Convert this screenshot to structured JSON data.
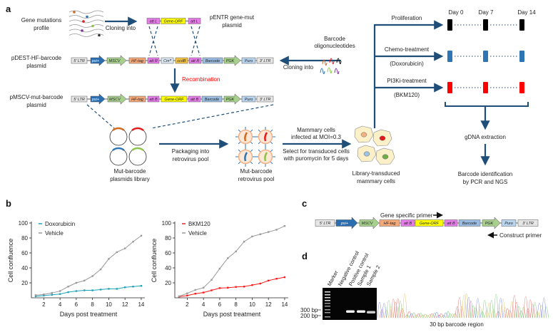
{
  "panel_labels": {
    "a": "a",
    "b": "b",
    "c": "c",
    "d": "d"
  },
  "panel_a": {
    "gene_mutations": [
      "Gene mutations",
      "profile"
    ],
    "cloning_into_1": "Cloning into",
    "pentr_label": [
      "pENTR gene-mut",
      "plasmid"
    ],
    "pentr_elements": [
      "att L",
      "Gene-ORF",
      "att L"
    ],
    "pdest_label": [
      "pDEST-HF-barcode",
      "plasmid"
    ],
    "pdest_elements": [
      "5' LTR",
      "psi+",
      "MSCV",
      "HF-tag",
      "att R",
      "Cmᴿ",
      "ccdB",
      "att R",
      "Barcode",
      "PGK",
      "Puro",
      "3' LTR"
    ],
    "recombination": "Recombination",
    "pmscv_label": [
      "pMSCV-mut-barcode",
      "plasmid"
    ],
    "pmscv_elements": [
      "5' LTR",
      "psi+",
      "MSCV",
      "HF-tag",
      "att B",
      "Gene-ORF",
      "att B",
      "Barcode",
      "PGK",
      "Puro",
      "3' LTR"
    ],
    "barcode_oligos": [
      "Barcode",
      "oligonucleotides"
    ],
    "cloning_into_2": "Cloning into",
    "plasmids_library": [
      "Mut-barcode",
      "plasmids library"
    ],
    "packaging": [
      "Packaging into",
      "retrovirus pool"
    ],
    "retrovirus_pool": [
      "Mut-barcode",
      "retrovirus pool"
    ],
    "infection": [
      "Mammary cells",
      "infected at MOI=0.3"
    ],
    "selection": [
      "Select for transduced cells",
      "with puromycin for 5 days"
    ],
    "transduced_cells": [
      "Library-transduced",
      "mammary cells"
    ],
    "branches": [
      {
        "label": "Proliferation",
        "sub": "",
        "color": "#000000"
      },
      {
        "label": "Chemo-treatment",
        "sub": "(Doxorubicin)",
        "color": "#2e75b6"
      },
      {
        "label": "PI3Ki-treatment",
        "sub": "(BKM120)",
        "color": "#ff0000"
      }
    ],
    "days": [
      "Day 0",
      "Day 7",
      "Day 14"
    ],
    "gdna": "gDNA extraction",
    "barcode_id": [
      "Barcode identification",
      "by PCR and NGS"
    ]
  },
  "colors": {
    "arrow": "#1f4e79",
    "recombination": "#ff0000",
    "doxorubicin": "#1fa3b8",
    "bkm120": "#ff1a1a",
    "vehicle": "#999999"
  },
  "chart_data": [
    {
      "type": "line",
      "xlabel": "Days post treatment",
      "ylabel": "Cell confluence",
      "xlim": [
        1,
        14
      ],
      "ylim": [
        0,
        100
      ],
      "xticks": [
        2,
        4,
        6,
        8,
        10,
        12,
        14
      ],
      "yticks": [
        20,
        40,
        60,
        80,
        100
      ],
      "legend": "top-left",
      "x": [
        1,
        2,
        3,
        4,
        5,
        6,
        7,
        8,
        9,
        10,
        11,
        12,
        13,
        14
      ],
      "series": [
        {
          "name": "Doxorubicin",
          "color": "#1fa3b8",
          "values": [
            2,
            3,
            4,
            5,
            7.5,
            9,
            10,
            10,
            11,
            12,
            12,
            14,
            15,
            16
          ]
        },
        {
          "name": "Vehicle",
          "color": "#999999",
          "values": [
            3.5,
            4.5,
            6.5,
            9,
            15,
            20,
            23,
            29,
            38,
            52,
            61,
            66,
            75,
            83
          ]
        }
      ]
    },
    {
      "type": "line",
      "xlabel": "Days post treatment",
      "ylabel": "Cell confluence",
      "xlim": [
        1,
        14
      ],
      "ylim": [
        0,
        100
      ],
      "xticks": [
        2,
        4,
        6,
        8,
        10,
        12,
        14
      ],
      "yticks": [
        20,
        40,
        60,
        80,
        100
      ],
      "legend": "top-left",
      "x": [
        1,
        2,
        3,
        4,
        5,
        6,
        7,
        8,
        9,
        10,
        11,
        12,
        13,
        14
      ],
      "series": [
        {
          "name": "BKM120",
          "color": "#ff1a1a",
          "values": [
            1.5,
            3,
            5.5,
            7,
            10,
            13,
            13.5,
            14.5,
            15,
            17,
            19,
            23,
            25.5,
            27.5
          ]
        },
        {
          "name": "Vehicle",
          "color": "#999999",
          "values": [
            2,
            6,
            10.5,
            13.5,
            24,
            39,
            53,
            62,
            75,
            82,
            85,
            88,
            91,
            96
          ]
        }
      ]
    }
  ],
  "panel_c": {
    "elements": [
      "5' LTR",
      "psi+",
      "MSCV",
      "HF-tag",
      "att B",
      "Gene-ORF",
      "att B",
      "Barcode",
      "PGK",
      "Puro",
      "3' LTR"
    ],
    "gene_primer": "Gene specific primer",
    "construct_primer": "Construct primer"
  },
  "panel_d": {
    "lanes": [
      "Marker",
      "Negative control",
      "Positive control",
      "Sample 1",
      "Sample 2"
    ],
    "size_300": "300 bp",
    "size_200": "200 bp",
    "barcode_region": "30 bp barcode region"
  }
}
